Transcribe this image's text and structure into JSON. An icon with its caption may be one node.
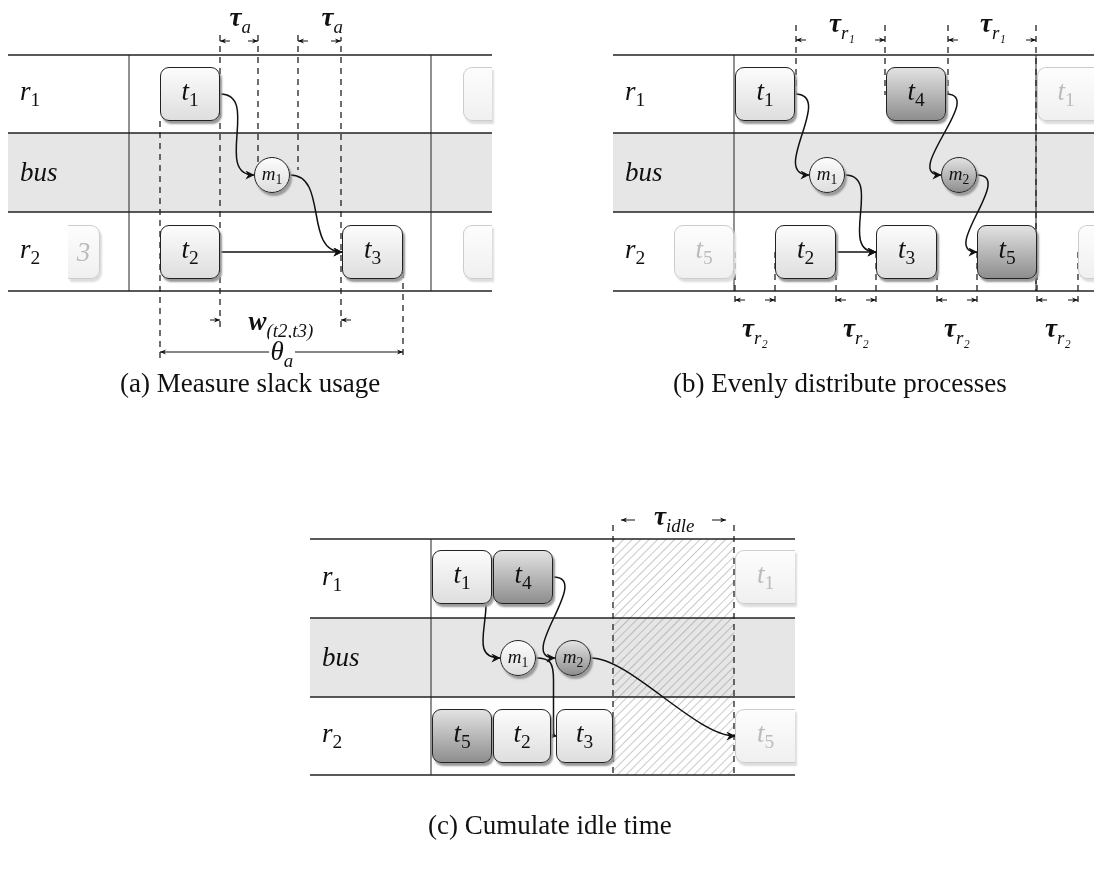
{
  "diagram": {
    "nodes": [
      {
        "text": [
          "r$_{1}$"
        ]
      },
      {
        "text": [
          "t$_{1}$"
        ],
        "in": 0
      },
      {
        "text": [],
        "shape": "box",
        "in": 0
      },
      {
        "text": [
          "bus"
        ]
      },
      {
        "text": [
          "m$_{1}$"
        ],
        "in": 3
      },
      {
        "text": [
          "r$_{2}$"
        ]
      },
      {
        "text": [
          "3"
        ],
        "in": 5
      },
      {
        "text": [
          "t$_{2}$"
        ],
        "in": 5
      },
      {
        "text": [
          "t$_{3}$"
        ],
        "in": 5
      },
      {
        "text": [],
        "shape": "box",
        "in": 5
      },
      {
        "text": [
          "r$_{1}$"
        ]
      },
      {
        "text": [
          "t$_{1}$"
        ],
        "in": 10
      },
      {
        "text": [
          "t$_{4}$"
        ],
        "in": 10
      },
      {
        "text": [
          "t$_{1}$"
        ],
        "in": 10
      },
      {
        "text": [
          "bus"
        ]
      },
      {
        "text": [
          "m$_{1}$"
        ],
        "in": 14
      },
      {
        "text": [
          "m$_{2}$"
        ],
        "in": 14
      },
      {
        "text": [
          "r$_{2}$"
        ]
      },
      {
        "text": [
          "t$_{5}$"
        ],
        "in": 17
      },
      {
        "text": [
          "t$_{2}$"
        ],
        "in": 17
      },
      {
        "text": [
          "t$_{3}$"
        ],
        "in": 17
      },
      {
        "text": [
          "t$_{5}$"
        ],
        "in": 17
      },
      {
        "text": [],
        "shape": "box",
        "in": 17
      },
      {
        "text": [
          "r$_{1}$"
        ]
      },
      {
        "text": [
          "t$_{1}$"
        ],
        "in": 23
      },
      {
        "text": [
          "t$_{4}$"
        ],
        "in": 23
      },
      {
        "text": [
          "t$_{1}$"
        ],
        "in": 23
      },
      {
        "text": [
          "bus"
        ]
      },
      {
        "text": [
          "m$_{1}$"
        ],
        "in": 27
      },
      {
        "text": [
          "m$_{2}$"
        ],
        "in": 27
      },
      {
        "text": [
          "r$_{2}$"
        ]
      },
      {
        "text": [
          "t$_{5}$"
        ],
        "in": 30
      },
      {
        "text": [
          "t$_{2}$"
        ],
        "in": 30
      },
      {
        "text": [
          "t$_{3}$"
        ],
        "in": 30
      },
      {
        "text": [
          "t$_{5}$"
        ],
        "in": 30
      }
    ],
    "edges": [
      {
        "from": 1,
        "to": 4,
        "arrow": "to"
      },
      {
        "from": 4,
        "to": 8,
        "arrow": "to"
      },
      {
        "from": 7,
        "to": 8,
        "arrow": "to"
      },
      {
        "from": 11,
        "to": 15,
        "arrow": "to"
      },
      {
        "from": 15,
        "to": 20,
        "arrow": "to"
      },
      {
        "from": 19,
        "to": 20,
        "arrow": "to"
      },
      {
        "from": 12,
        "to": 16,
        "arrow": "to"
      },
      {
        "from": 16,
        "to": 21,
        "arrow": "to"
      },
      {
        "from": 24,
        "to": 28,
        "arrow": "to"
      },
      {
        "from": 25,
        "to": 29,
        "arrow": "to"
      },
      {
        "from": 28,
        "to": 33,
        "arrow": "to"
      },
      {
        "from": 29,
        "to": 34,
        "arrow": "to"
      }
    ],
    "labels": [
      "**τ**$_{a}$",
      "**τ**$_{a}$",
      "**τ**$_{r₁}$",
      "**τ**$_{r₁}$",
      "**w**$_{(t2,t3)}$",
      "θ$_{a}$",
      "**τ**$_{r₂}$",
      "**τ**$_{r₂}$",
      "**τ**$_{r₂}$",
      "**τ**$_{r₂}$",
      "(a) Measure slack usage",
      "(b) Evenly distribute processes",
      "**τ**$_{idle}$",
      "(c) Cumulate idle time"
    ]
  }
}
